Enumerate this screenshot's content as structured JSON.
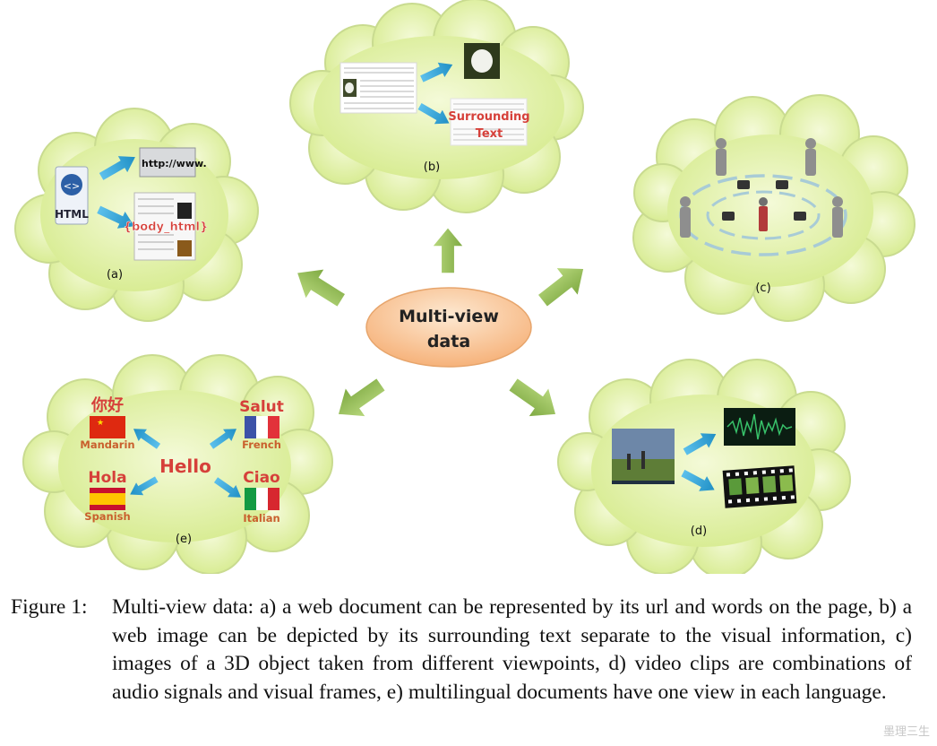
{
  "center": {
    "line1": "Multi-view",
    "line2": "data"
  },
  "panel_a": {
    "label": "(a)",
    "html_text": "HTML",
    "url_text": "http://www.",
    "body_text": "{body_html}"
  },
  "panel_b": {
    "label": "(b)",
    "surrounding_line1": "Surrounding",
    "surrounding_line2": "Text"
  },
  "panel_c": {
    "label": "(c)"
  },
  "panel_d": {
    "label": "(d)"
  },
  "panel_e": {
    "label": "(e)",
    "hello": "Hello",
    "languages": [
      {
        "word": "你好",
        "name": "Mandarin"
      },
      {
        "word": "Salut",
        "name": "French"
      },
      {
        "word": "Hola",
        "name": "Spanish"
      },
      {
        "word": "Ciao",
        "name": "Italian"
      }
    ]
  },
  "caption": {
    "label": "Figure 1:",
    "text": "Multi-view data: a) a web document can be represented by its url and words on the page, b) a web image can be depicted by its surrounding text separate to the visual information, c) images of a 3D object taken from different viewpoints, d) video clips are combinations of audio signals and visual frames, e) multilingual documents have one view in each language."
  },
  "watermark": "墨理三生",
  "colors": {
    "cloud_fill": "#dff0a2",
    "cloud_stroke": "#c7d98e",
    "arrow_green": "#9ec461",
    "arrow_blue": "#31a3d8",
    "center_fill": "#f8c79a",
    "red_text": "#d6403a"
  }
}
